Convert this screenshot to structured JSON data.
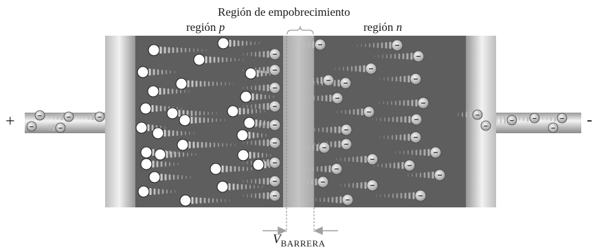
{
  "labels": {
    "depletion_region": "Región de empobrecimiento",
    "p_region_prefix": "región",
    "p_region_letter": "p",
    "n_region_prefix": "región",
    "n_region_letter": "n",
    "plus_sign": "+",
    "minus_sign": "-",
    "barrier_symbol": "V",
    "barrier_subscript": "BARRERA",
    "electron_symbol": "−"
  },
  "colors": {
    "block_dark": "#5e5e5e",
    "depletion_band": "#b4b4b4",
    "electrode_light": "#e8e8e8",
    "electrode_dark": "#8a8a8a",
    "hole_fill": "#ffffff",
    "electron_fill": "#d0d0d0",
    "arrow_gray": "#a0a0a0"
  },
  "icons": {
    "hole": "white-circle-icon",
    "electron": "minus-ball-icon",
    "motion_trail": "dashed-trail-icon"
  }
}
